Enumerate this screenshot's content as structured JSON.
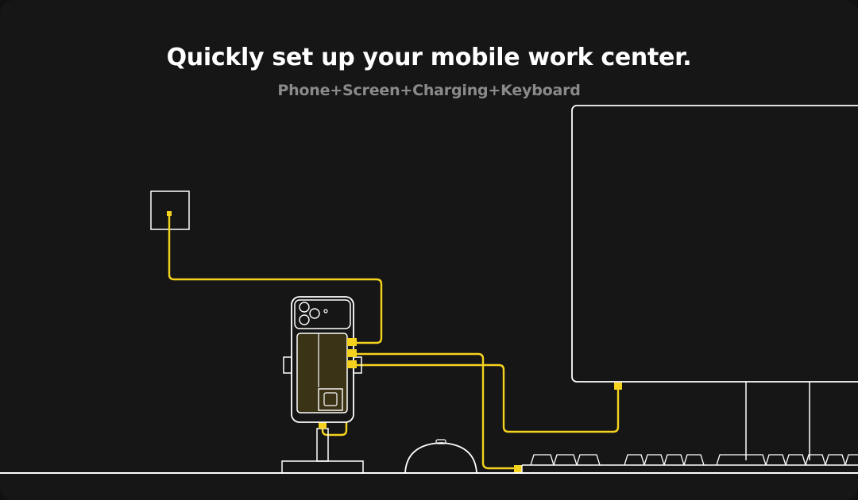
{
  "header": {
    "title": "Quickly set up your mobile work center.",
    "subtitle": "Phone+Screen+Charging+Keyboard"
  },
  "colors": {
    "background": "#161616",
    "line": "#ffffff",
    "cable": "#f5d21e",
    "dock_fill": "#3a3316",
    "subtitle": "#8a8a8a"
  },
  "diagram": {
    "components": [
      "wall-outlet",
      "phone",
      "dock-hub",
      "monitor",
      "mouse",
      "keyboard",
      "desk"
    ],
    "cables": [
      "outlet-to-hub",
      "hub-to-monitor",
      "hub-to-keyboard",
      "hub-to-stand"
    ]
  }
}
